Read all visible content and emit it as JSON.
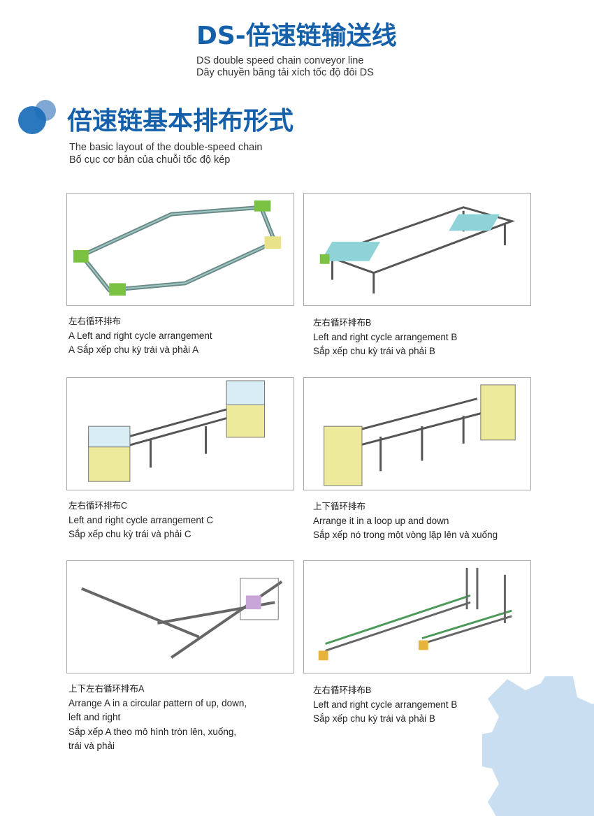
{
  "header": {
    "title": "DS-倍速链输送线",
    "subtitle_en": "DS double speed chain conveyor line",
    "subtitle_vi": "Dây chuyền băng tải xích tốc độ đôi DS"
  },
  "section": {
    "title": "倍速链基本排布形式",
    "subtitle_en": "The basic layout of the double-speed chain",
    "subtitle_vi": "Bố cục cơ bản của chuỗi tốc độ kép"
  },
  "items": [
    {
      "zh": "左右循环排布",
      "lines": [
        "A Left and right cycle arrangement",
        "A Sắp xếp chu kỳ trái và phải A"
      ]
    },
    {
      "zh": "左右循环排布B",
      "lines": [
        "Left and right cycle arrangement B",
        "Sắp xếp chu kỳ trái và phải B"
      ]
    },
    {
      "zh": "左右循环排布C",
      "lines": [
        "Left and right cycle arrangement C",
        "Sắp xếp chu kỳ trái và phải C"
      ]
    },
    {
      "zh": "上下循环排布",
      "lines": [
        "Arrange it in a loop up and down",
        "Sắp xếp nó trong một vòng lặp lên và xuống"
      ]
    },
    {
      "zh": "上下左右循环排布A",
      "lines": [
        "Arrange A in a circular pattern of up, down,",
        "left and right",
        "Sắp xếp A theo mô hình tròn lên, xuống,",
        "trái và phải"
      ]
    },
    {
      "zh": "左右循环排布B",
      "lines": [
        "Left and right cycle arrangement B",
        "Sắp xếp chu kỳ trái và phải B"
      ]
    }
  ],
  "colors": {
    "brand": "#1560ab",
    "accent_light": "#c9dff1"
  }
}
